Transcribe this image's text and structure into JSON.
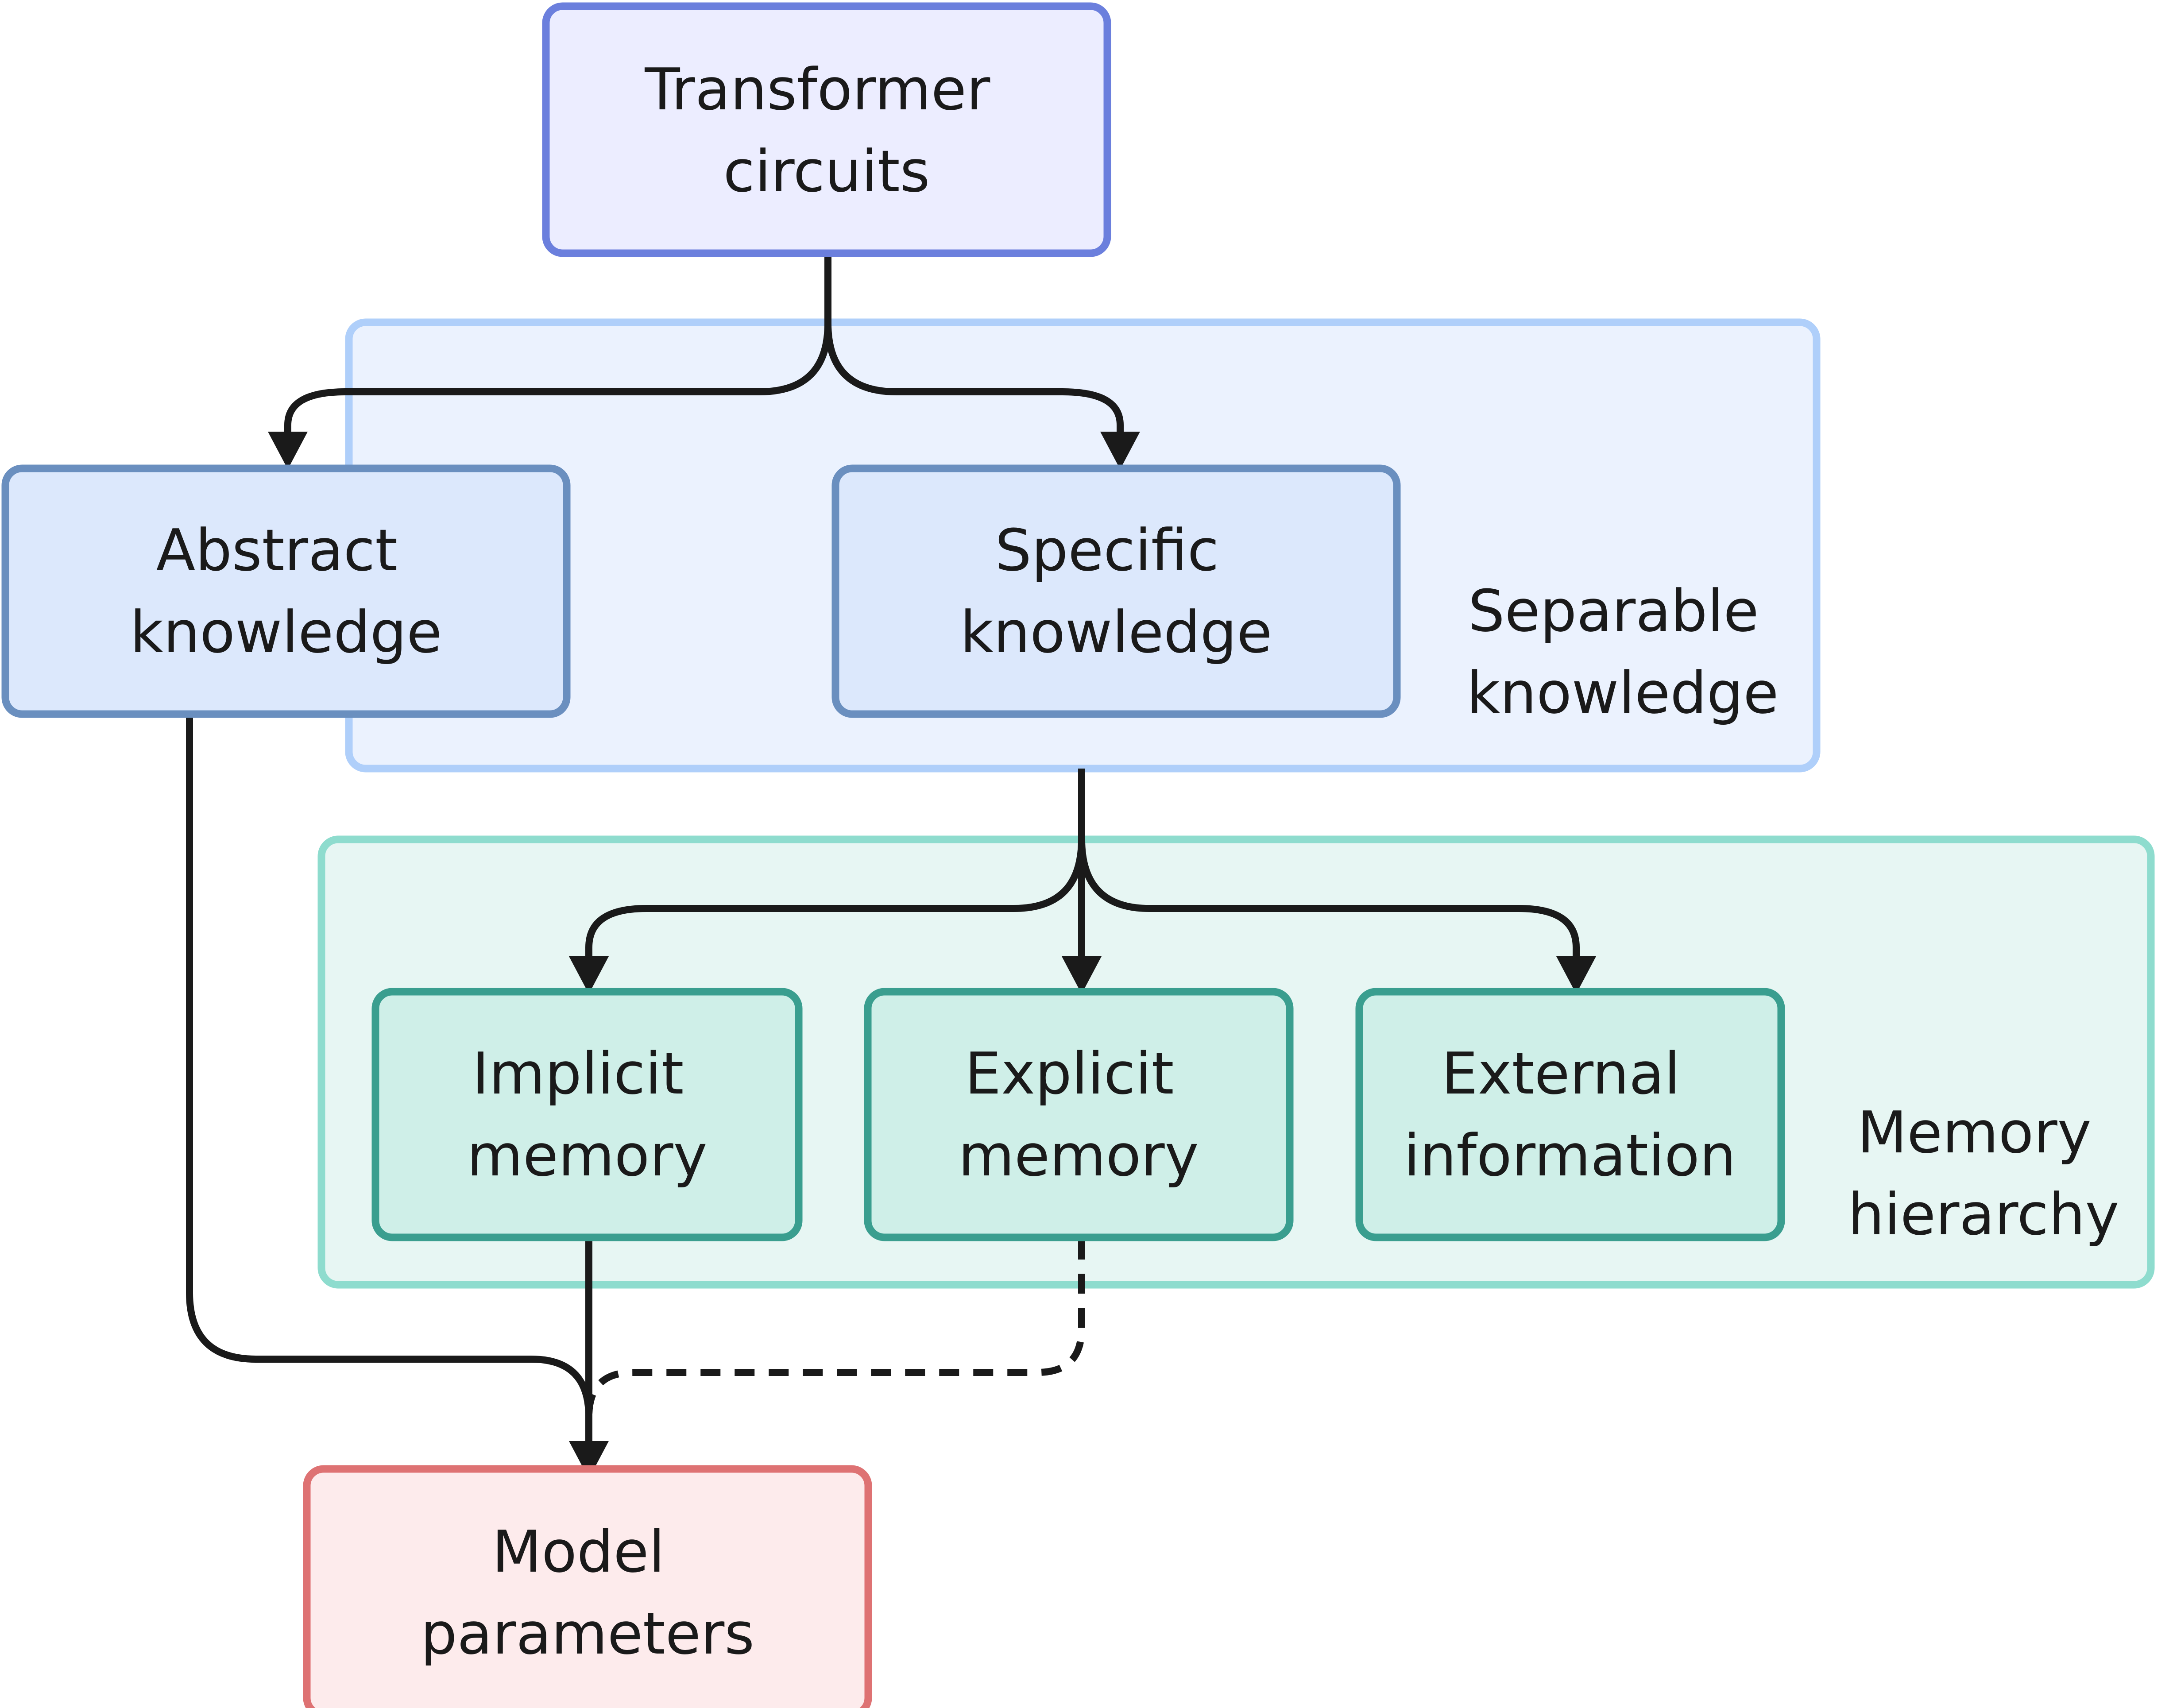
{
  "colors": {
    "top_node_fill": "#ECEDFF",
    "top_node_stroke": "#6B7FDD",
    "knowledge_node_fill": "#DCE8FC",
    "knowledge_node_stroke": "#6A8FBF",
    "separable_group_fill": "#EBF2FE",
    "separable_group_stroke": "#AFCFFA",
    "memory_node_fill": "#CFEFE8",
    "memory_node_stroke": "#3A9E8F",
    "memory_group_fill": "#E7F6F3",
    "memory_group_stroke": "#8EDCCE",
    "param_node_fill": "#FDEBEC",
    "param_node_stroke": "#DE7273",
    "edge": "#1a1a1a"
  },
  "nodes": {
    "transformer_circuits": {
      "lines": [
        "Transformer",
        "circuits"
      ]
    },
    "abstract_knowledge": {
      "lines": [
        "Abstract",
        "knowledge"
      ]
    },
    "specific_knowledge": {
      "lines": [
        "Specific",
        "knowledge"
      ]
    },
    "implicit_memory": {
      "lines": [
        "Implicit",
        "memory"
      ]
    },
    "explicit_memory": {
      "lines": [
        "Explicit",
        "memory"
      ]
    },
    "external_information": {
      "lines": [
        "External",
        "information"
      ]
    },
    "model_parameters": {
      "lines": [
        "Model",
        "parameters"
      ]
    }
  },
  "groups": {
    "separable_knowledge": {
      "lines": [
        "Separable",
        "knowledge"
      ]
    },
    "memory_hierarchy": {
      "lines": [
        "Memory",
        "hierarchy"
      ]
    }
  },
  "edges": [
    {
      "from": "transformer_circuits",
      "to": "abstract_knowledge",
      "style": "solid"
    },
    {
      "from": "transformer_circuits",
      "to": "specific_knowledge",
      "style": "solid"
    },
    {
      "from": "separable_knowledge",
      "to": "implicit_memory",
      "style": "solid"
    },
    {
      "from": "separable_knowledge",
      "to": "explicit_memory",
      "style": "solid"
    },
    {
      "from": "separable_knowledge",
      "to": "external_information",
      "style": "solid"
    },
    {
      "from": "abstract_knowledge",
      "to": "model_parameters",
      "style": "solid"
    },
    {
      "from": "implicit_memory",
      "to": "model_parameters",
      "style": "solid"
    },
    {
      "from": "explicit_memory",
      "to": "model_parameters",
      "style": "dashed"
    }
  ]
}
